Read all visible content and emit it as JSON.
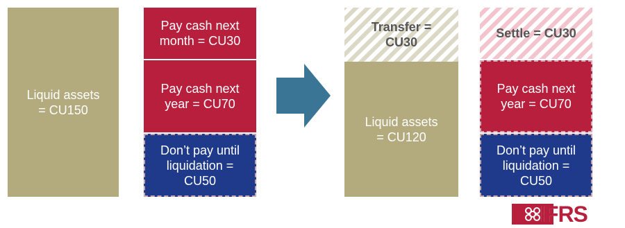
{
  "before": {
    "assets": "Liquid assets\n= CU150",
    "pay_month": "Pay cash next\nmonth = CU30",
    "pay_year": "Pay cash next\nyear = CU70",
    "liquidation": "Don’t pay until\nliquidation =\nCU50"
  },
  "after": {
    "transfer": "Transfer =\nCU30",
    "assets": "Liquid assets\n= CU120",
    "settle": "Settle = CU30",
    "pay_year": "Pay cash next\nyear = CU70",
    "liquidation": "Don’t pay until\nliquidation =\nCU50"
  },
  "logo": {
    "text": "IFRS"
  },
  "colors": {
    "tan": "#b3aa7e",
    "red": "#b81f3d",
    "navy": "#1f3a8a",
    "arrow": "#3a7596"
  },
  "icons": {
    "arrow": "right-arrow-icon",
    "logo": "ifrs-logo-icon"
  }
}
